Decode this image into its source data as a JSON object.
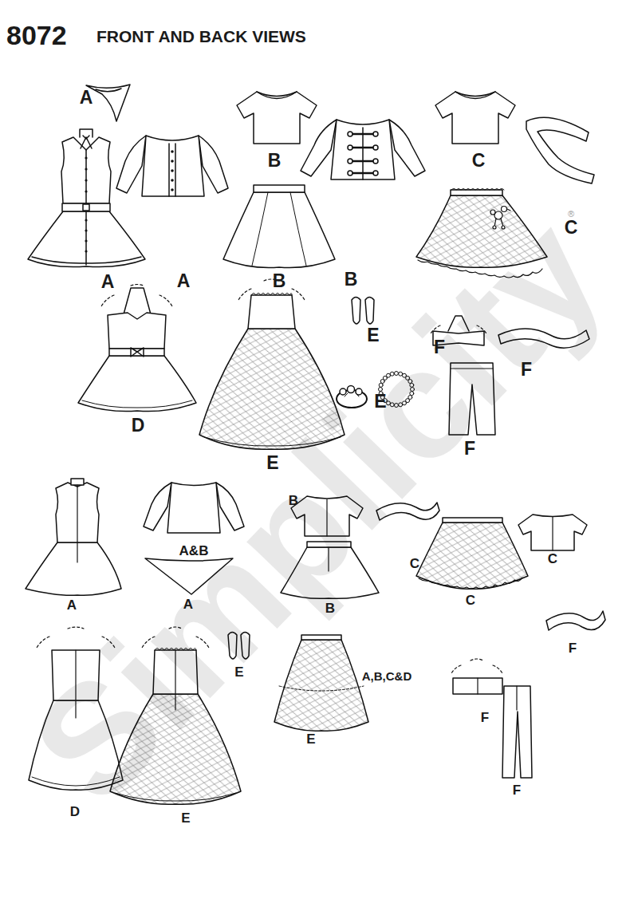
{
  "diagram": {
    "labels": [
      "8072",
      "FRONT AND BACK VIEWS",
      "Simplicity",
      "®",
      "A",
      "B",
      "C",
      "C",
      "A",
      "A",
      "B",
      "B",
      "D",
      "E",
      "E",
      "E",
      "F",
      "F",
      "F",
      "A",
      "A&B",
      "A",
      "B",
      "C",
      "B",
      "C",
      "C",
      "D",
      "E",
      "E",
      "A,B,C&D",
      "E",
      "F",
      "F",
      "F"
    ]
  }
}
